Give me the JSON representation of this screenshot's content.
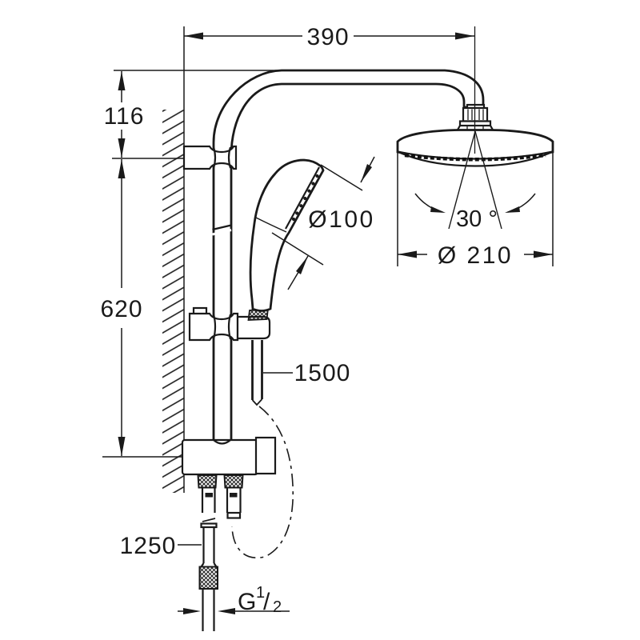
{
  "drawing": {
    "type": "shower-system-dimensional-drawing",
    "line_color": "#1a1a1a",
    "background_color": "#ffffff"
  },
  "dims": {
    "arm_width": {
      "label": "390"
    },
    "arm_offset": {
      "label": "116"
    },
    "rail_length": {
      "label": "620"
    },
    "handshower_diameter": {
      "label": "Ø100"
    },
    "spray_angle": {
      "label": "30 °"
    },
    "headshower_diameter": {
      "label": "Ø 210"
    },
    "shower_hose_length": {
      "label": "1500"
    },
    "supply_hose_length": {
      "label": "1250"
    },
    "thread": {
      "g": "G",
      "numerator": "1",
      "slash": "/",
      "denominator": "2"
    }
  }
}
